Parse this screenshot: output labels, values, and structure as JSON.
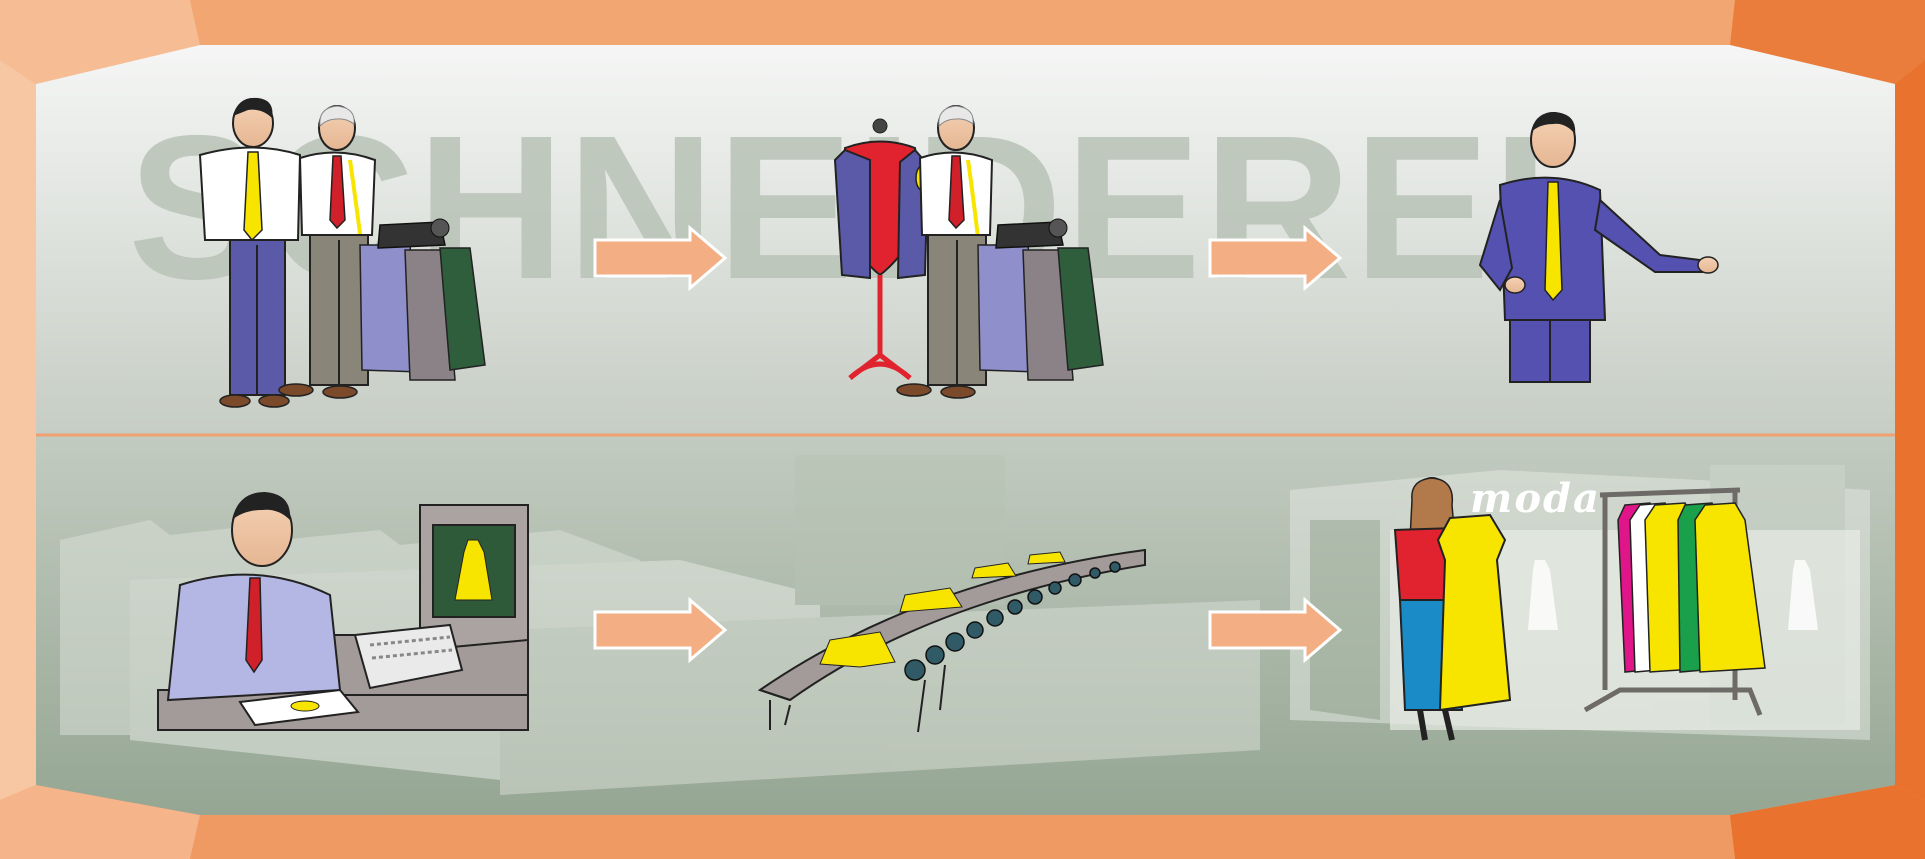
{
  "watermark": {
    "text": "SCHNEIDEREI",
    "color": "#b9c3b6"
  },
  "store_sign": {
    "text": "moda"
  },
  "colors": {
    "frame_orange": "#f0a070",
    "frame_dark": "#e9732e",
    "arrow": "#f3ae84",
    "divider": "#f0a070",
    "backdrop_top": "#f2f4f2",
    "backdrop_bottom": "#9aaa98"
  },
  "top_row": {
    "steps": [
      {
        "scene": "customer-measuring",
        "icon": "tailor-measuring-customer-icon"
      },
      {
        "scene": "tailoring-on-dress-form",
        "icon": "tailor-dress-form-icon"
      },
      {
        "scene": "finished-suit",
        "icon": "man-in-suit-icon"
      }
    ]
  },
  "bottom_row": {
    "steps": [
      {
        "scene": "computer-design",
        "icon": "designer-computer-icon"
      },
      {
        "scene": "mass-production",
        "icon": "conveyor-belt-dresses-icon"
      },
      {
        "scene": "retail-store",
        "icon": "shop-clothes-rack-icon"
      }
    ]
  }
}
